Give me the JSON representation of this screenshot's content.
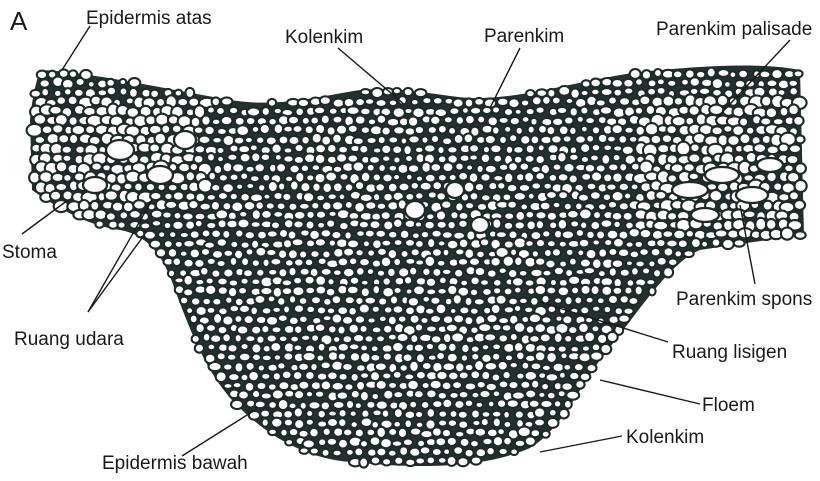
{
  "figure": {
    "panel_letter": "A",
    "labels": {
      "epidermis_atas": "Epidermis atas",
      "kolenkim_top": "Kolenkim",
      "parenkim": "Parenkim",
      "parenkim_palisade": "Parenkim palisade",
      "stoma": "Stoma",
      "ruang_udara": "Ruang udara",
      "parenkim_spons": "Parenkim spons",
      "ruang_lisigen": "Ruang lisigen",
      "floem": "Floem",
      "kolenkim_bottom": "Kolenkim",
      "epidermis_bawah": "Epidermis bawah"
    }
  },
  "style": {
    "ink": "#1e2a28",
    "background": "#ffffff"
  }
}
